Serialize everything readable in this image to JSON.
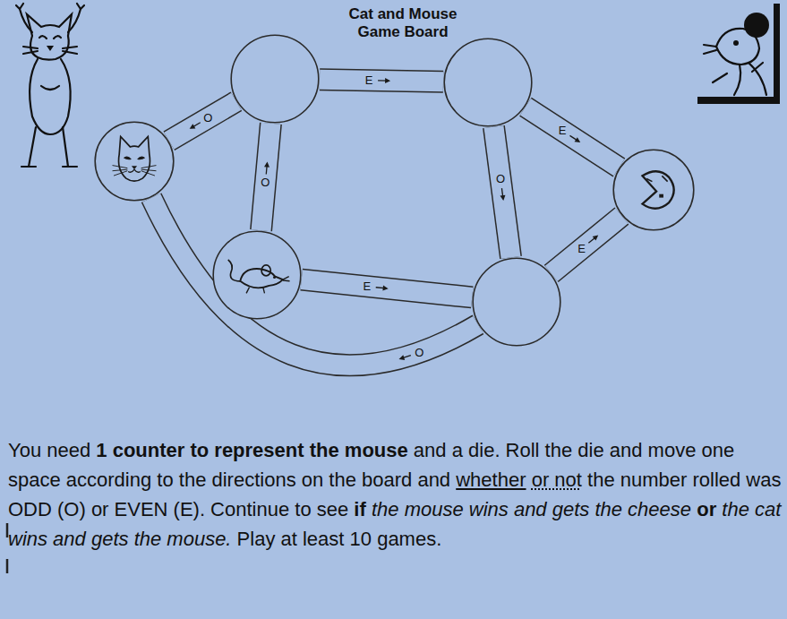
{
  "diagram": {
    "title": "Cat and Mouse Game Board",
    "nodes": [
      {
        "text": []
      },
      {
        "text": []
      },
      {
        "text": []
      },
      {
        "text": []
      },
      {
        "text": []
      },
      {
        "text": []
      }
    ],
    "edges": [
      {
        "from": 1,
        "to": 0,
        "arrow": "to",
        "label": "O"
      },
      {
        "from": 1,
        "to": 2,
        "arrow": "to",
        "label": "E"
      },
      {
        "from": 3,
        "to": 1,
        "arrow": "to",
        "label": "O"
      },
      {
        "from": 2,
        "to": 4,
        "arrow": "to",
        "label": "O"
      },
      {
        "from": 2,
        "to": 5,
        "arrow": "to",
        "label": "E"
      },
      {
        "from": 3,
        "to": 4,
        "arrow": "to",
        "label": "E"
      },
      {
        "from": 4,
        "to": 5,
        "arrow": "to",
        "label": "E"
      },
      {
        "from": 4,
        "to": 0,
        "arrow": "to",
        "label": "O"
      }
    ],
    "labels": [
      "You need",
      "1 counter to represent the mouse",
      "and a die. Roll the die and move one space according to the directions on the board and",
      "whether",
      "or not",
      "the number rolled was ODD (O) or EVEN (E). Continue to see",
      "if",
      "the mouse wins and gets the cheese",
      "or",
      "the cat wins and gets the mouse.",
      "Play at least 10 games."
    ]
  }
}
